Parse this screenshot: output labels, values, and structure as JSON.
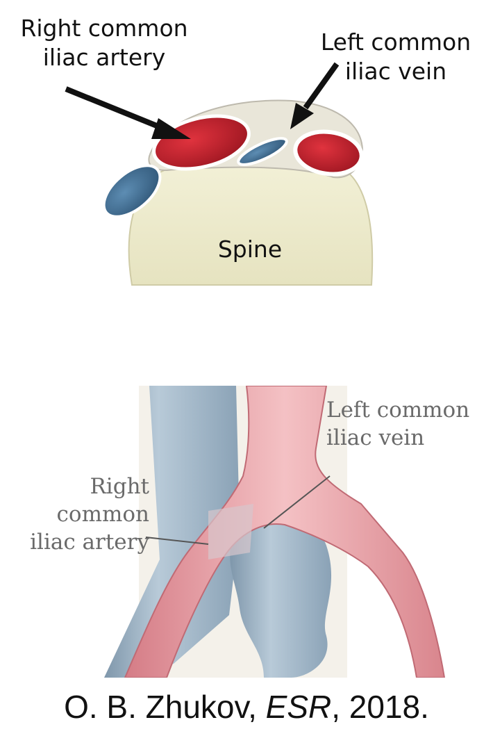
{
  "top_figure": {
    "label_right_artery": [
      "Right common",
      "iliac artery"
    ],
    "label_left_vein": [
      "Left common",
      "iliac vein"
    ],
    "label_spine": "Spine"
  },
  "bottom_figure": {
    "label_left_vein": [
      "Left common",
      "iliac vein"
    ],
    "label_right_artery": [
      "Right",
      "common",
      "iliac artery"
    ]
  },
  "caption": {
    "author": "O. B. Zhukov,",
    "journal": "ESR",
    "year": ", 2018."
  },
  "colors": {
    "artery_red": "#c8202c",
    "vein_blue": "#4a7aa0",
    "spine_cream": "#ece9c8",
    "bottom_artery_pink": "#e89aa0",
    "bottom_vein_blue": "#9fb4c6"
  }
}
